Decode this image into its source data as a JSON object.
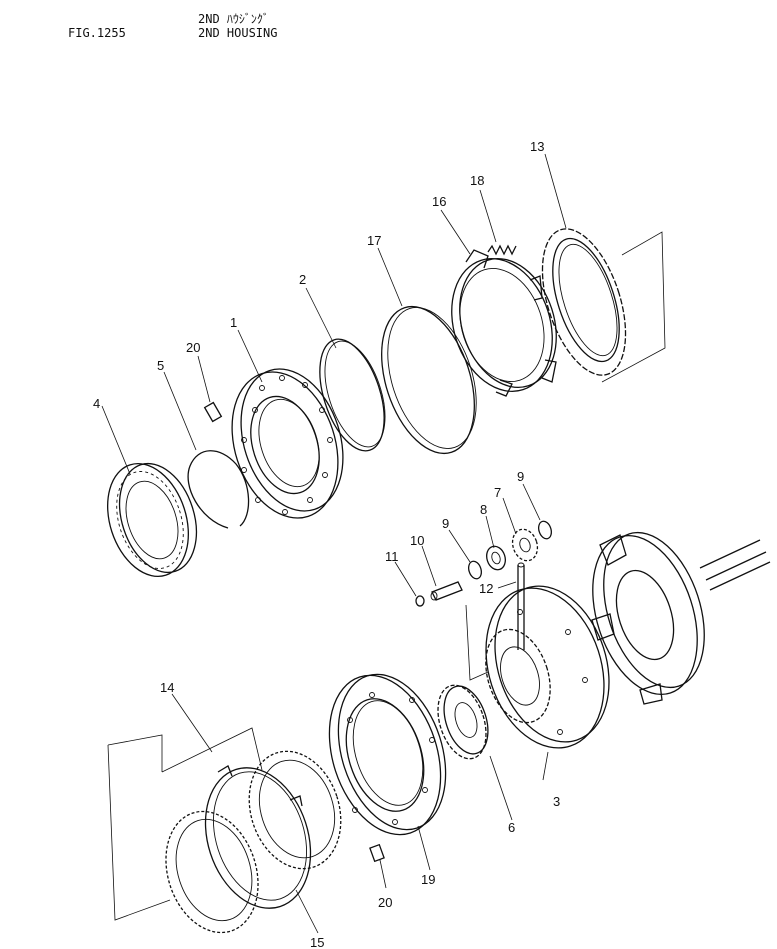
{
  "header": {
    "fig_number": "FIG.1255",
    "title_jp": "2ND ﾊｳｼﾞﾝｸﾞ",
    "title_en": "2ND HOUSING"
  },
  "callouts": [
    "1",
    "2",
    "3",
    "4",
    "5",
    "6",
    "7",
    "8",
    "9",
    "9",
    "10",
    "11",
    "12",
    "13",
    "14",
    "15",
    "16",
    "17",
    "18",
    "19",
    "20",
    "20"
  ]
}
